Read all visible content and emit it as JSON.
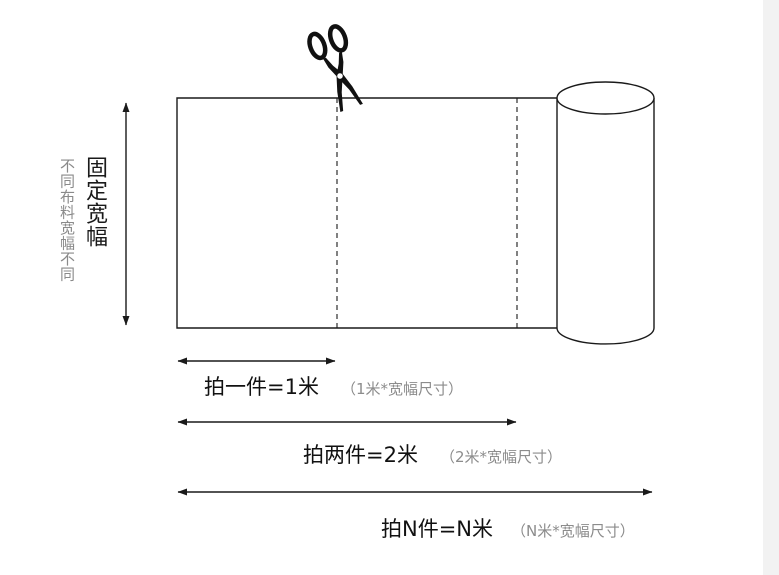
{
  "vertical_labels": {
    "fixed_width": "固定宽幅",
    "fabric_width_varies": "不同布料宽幅不同"
  },
  "measurements": [
    {
      "main": "拍一件=1米",
      "note": "（1米*宽幅尺寸）"
    },
    {
      "main": "拍两件=2米",
      "note": "（2米*宽幅尺寸）"
    },
    {
      "main": "拍N件=N米",
      "note": "（N米*宽幅尺寸）"
    }
  ],
  "icons": {
    "scissors": "scissors-icon"
  },
  "colors": {
    "line": "#1a1a1a",
    "muted_text": "#8c8c8c",
    "gutter": "#f2f2f2"
  }
}
